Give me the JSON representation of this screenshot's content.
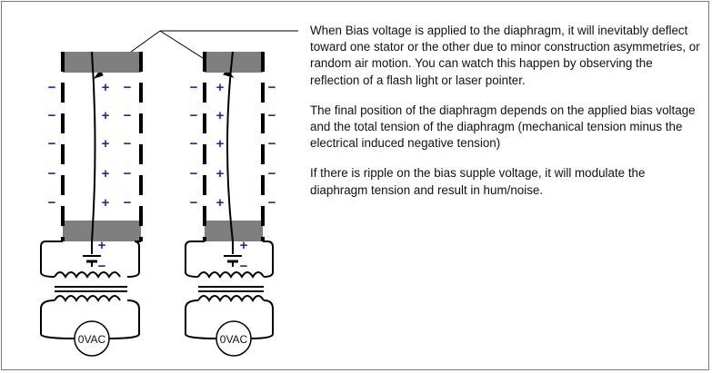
{
  "description": {
    "paragraphs": [
      "When Bias voltage is applied to the diaphragm, it will inevitably deflect toward one stator or the other due to minor construction asymmetries, or random air motion. You can watch this happen by observing the reflection of a flash light or laser pointer.",
      "The final position of the diaphragm depends on the applied bias voltage and the total tension of the diaphragm (mechanical tension minus the electrical induced negative tension)",
      "If there is ripple on the bias supple voltage, it will modulate the diaphragm tension and result in hum/noise."
    ]
  },
  "diagram": {
    "source_label_left": "0VAC",
    "source_label_right": "0VAC",
    "plus_sign": "+",
    "minus_sign": "−",
    "colors": {
      "charge": "#1f2f9a",
      "frame_gray": "#7f7f7f",
      "line": "#000000",
      "border": "#5b7fb5"
    }
  }
}
